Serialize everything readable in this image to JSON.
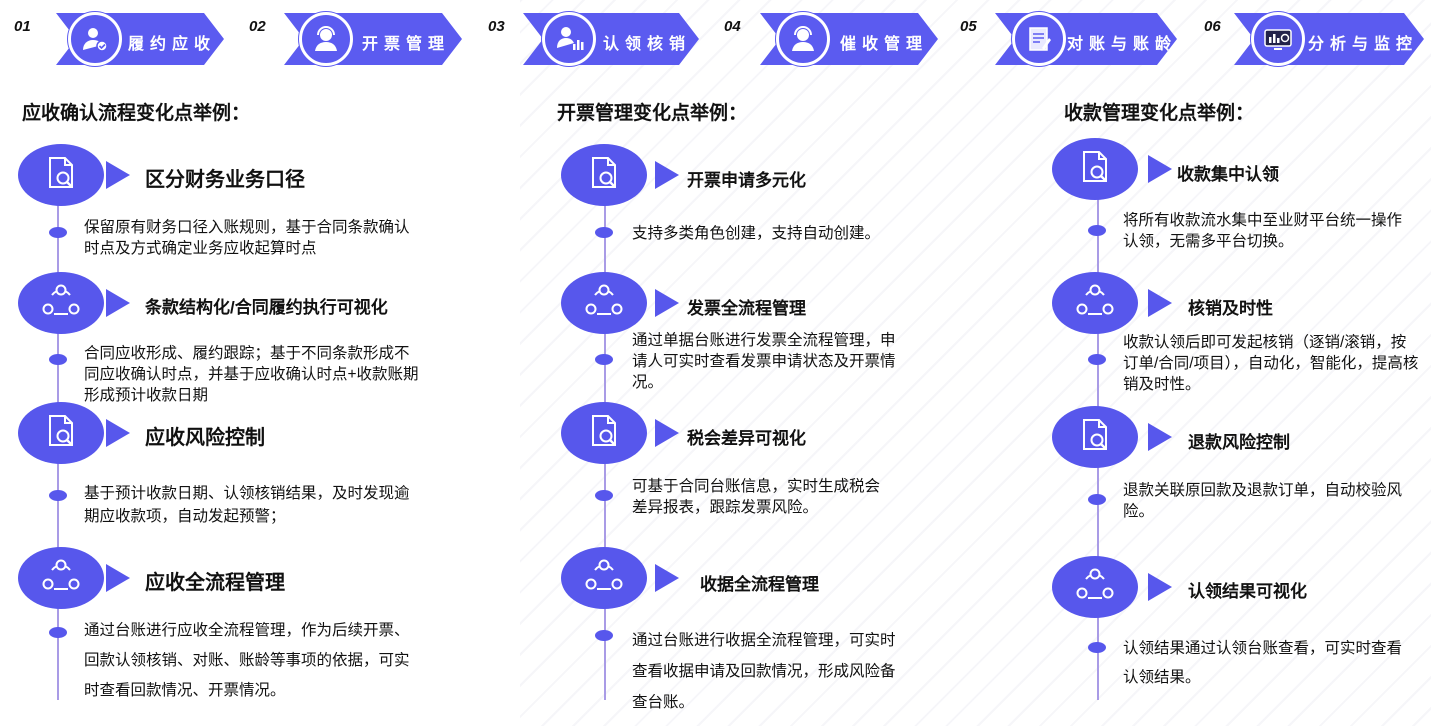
{
  "nav": [
    {
      "num": "01",
      "label": "履约应收",
      "icon": "user-check-icon"
    },
    {
      "num": "02",
      "label": "开票管理",
      "icon": "headset-user-icon"
    },
    {
      "num": "03",
      "label": "认领核销",
      "icon": "user-chart-icon"
    },
    {
      "num": "04",
      "label": "催收管理",
      "icon": "headset-user-icon"
    },
    {
      "num": "05",
      "label": "对账与账龄",
      "icon": "document-edit-icon"
    },
    {
      "num": "06",
      "label": "分析与监控",
      "icon": "monitor-analytics-icon"
    }
  ],
  "columns": [
    {
      "title": "应收确认流程变化点举例：",
      "items": [
        {
          "icon": "document-search-icon",
          "heading": "区分财务业务口径",
          "desc": "保留原有财务口径入账规则，基于合同条款确认时点及方式确定业务应收起算时点"
        },
        {
          "icon": "share-network-icon",
          "heading": "条款结构化/合同履约执行可视化",
          "desc": "合同应收形成、履约跟踪；基于不同条款形成不同应收确认时点，并基于应收确认时点+收款账期形成预计收款日期"
        },
        {
          "icon": "document-search-icon",
          "heading": "应收风险控制",
          "desc": "基于预计收款日期、认领核销结果，及时发现逾期应收款项，自动发起预警；"
        },
        {
          "icon": "share-network-icon",
          "heading": "应收全流程管理",
          "desc": "通过台账进行应收全流程管理，作为后续开票、回款认领核销、对账、账龄等事项的依据，可实时查看回款情况、开票情况。"
        }
      ]
    },
    {
      "title": "开票管理变化点举例：",
      "items": [
        {
          "icon": "document-search-icon",
          "heading": "开票申请多元化",
          "desc": "支持多类角色创建，支持自动创建。"
        },
        {
          "icon": "share-network-icon",
          "heading": "发票全流程管理",
          "desc": "通过单据台账进行发票全流程管理，申请人可实时查看发票申请状态及开票情况。"
        },
        {
          "icon": "document-search-icon",
          "heading": "税会差异可视化",
          "desc": "可基于合同台账信息，实时生成税会差异报表，跟踪发票风险。"
        },
        {
          "icon": "share-network-icon",
          "heading": "收据全流程管理",
          "desc": "通过台账进行收据全流程管理，可实时查看收据申请及回款情况，形成风险备查台账。"
        }
      ]
    },
    {
      "title": "收款管理变化点举例：",
      "items": [
        {
          "icon": "document-search-icon",
          "heading": "收款集中认领",
          "desc": "将所有收款流水集中至业财平台统一操作认领，无需多平台切换。"
        },
        {
          "icon": "share-network-icon",
          "heading": "核销及时性",
          "desc": "收款认领后即可发起核销（逐销/滚销，按订单/合同/项目），自动化，智能化，提高核销及时性。"
        },
        {
          "icon": "document-search-icon",
          "heading": "退款风险控制",
          "desc": "退款关联原回款及退款订单，自动校验风险。"
        },
        {
          "icon": "share-network-icon",
          "heading": "认领结果可视化",
          "desc": "认领结果通过认领台账查看，可实时查看认领结果。"
        }
      ]
    }
  ]
}
